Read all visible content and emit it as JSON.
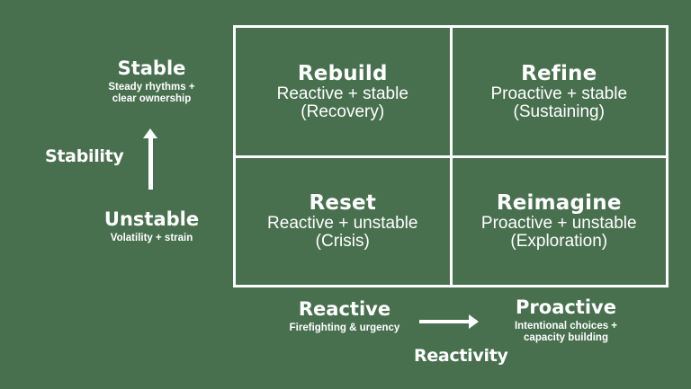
{
  "colors": {
    "background": "#48704F",
    "foreground": "#FFFFFF"
  },
  "y_axis": {
    "label": "Stability",
    "high": {
      "title": "Stable",
      "subtitle_line1": "Steady rhythms +",
      "subtitle_line2": "clear ownership"
    },
    "low": {
      "title": "Unstable",
      "subtitle": "Volatility + strain"
    }
  },
  "x_axis": {
    "label": "Reactivity",
    "low": {
      "title": "Reactive",
      "subtitle": "Firefighting & urgency"
    },
    "high": {
      "title": "Proactive",
      "subtitle_line1": "Intentional choices +",
      "subtitle_line2": "capacity building"
    }
  },
  "quadrants": {
    "top_left": {
      "title": "Rebuild",
      "subtitle": "Reactive + stable",
      "tag": "(Recovery)"
    },
    "top_right": {
      "title": "Refine",
      "subtitle": "Proactive + stable",
      "tag": "(Sustaining)"
    },
    "bottom_left": {
      "title": "Reset",
      "subtitle": "Reactive + unstable",
      "tag": "(Crisis)"
    },
    "bottom_right": {
      "title": "Reimagine",
      "subtitle": "Proactive + unstable",
      "tag": "(Exploration)"
    }
  }
}
